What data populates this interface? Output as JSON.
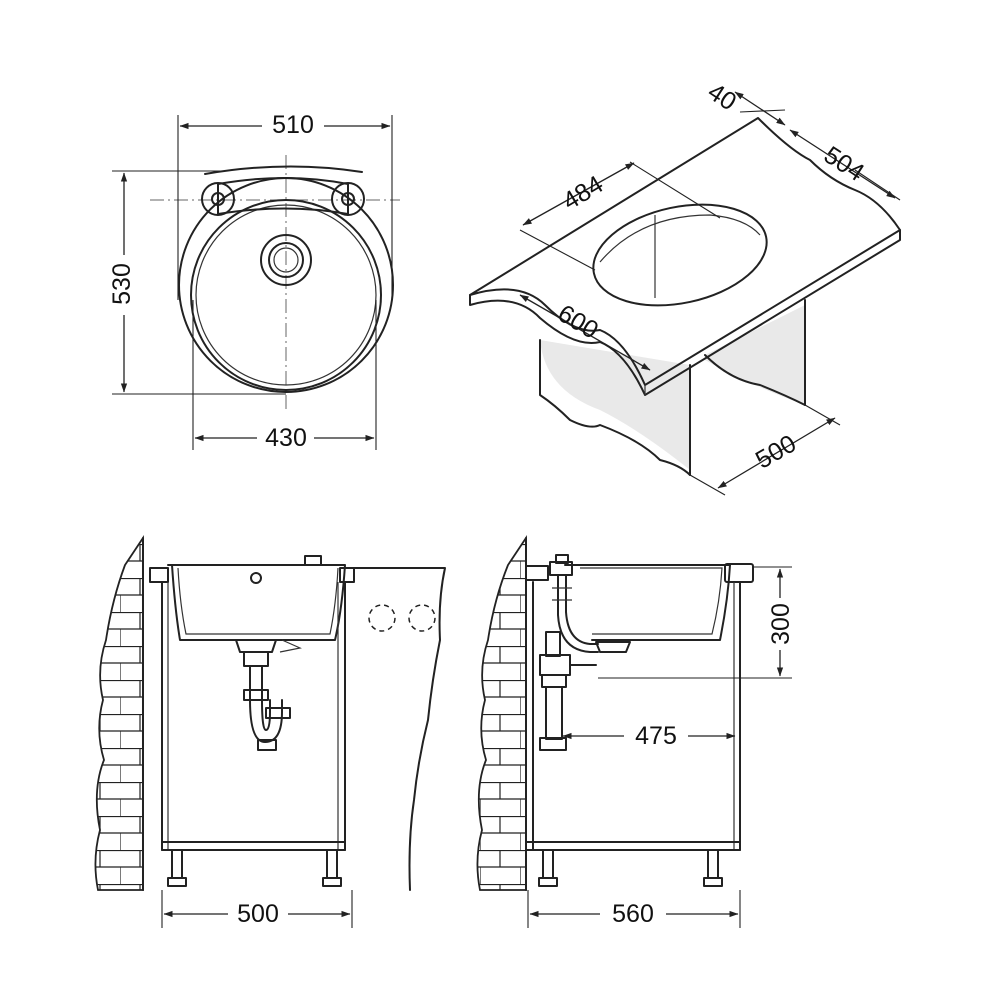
{
  "dimensions": {
    "top_width": "510",
    "top_height": "530",
    "bowl_width": "430",
    "iso_thickness": "40",
    "iso_depth": "504",
    "iso_cutout": "484",
    "iso_length": "600",
    "iso_cabinet": "500",
    "front_cabinet": "500",
    "side_cabinet": "560",
    "side_height": "300",
    "side_drain": "475"
  }
}
